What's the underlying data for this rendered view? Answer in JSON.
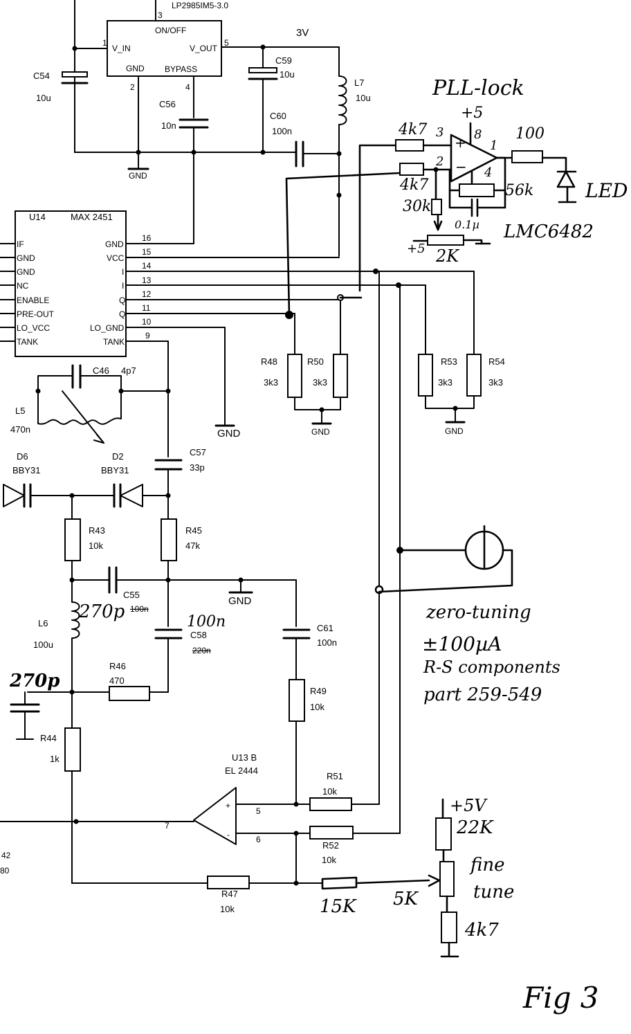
{
  "regulator": {
    "part": "LP2985IM5-3.0",
    "pin_on_off": "ON/OFF",
    "pin_vin": "V_IN",
    "pin_vout": "V_OUT",
    "pin_gnd": "GND",
    "pin_bypass": "BYPASS",
    "n1": "1",
    "n2": "2",
    "n3": "3",
    "n4": "4",
    "n5": "5"
  },
  "rail_3v": "3V",
  "c54": {
    "ref": "C54",
    "val": "10u"
  },
  "c56": {
    "ref": "C56",
    "val": "10n"
  },
  "c59": {
    "ref": "C59",
    "val": "10u"
  },
  "c60": {
    "ref": "C60",
    "val": "100n"
  },
  "l7": {
    "ref": "L7",
    "val": "10u"
  },
  "gnd": "GND",
  "u14": {
    "ref": "U14",
    "part": "MAX 2451",
    "left_pins": [
      "IF",
      "GND",
      "GND",
      "NC",
      "ENABLE",
      "PRE-OUT",
      "LO_VCC",
      "TANK"
    ],
    "right_pins": [
      "GND",
      "VCC",
      "I",
      "I",
      "Q",
      "Q",
      "LO_GND",
      "TANK"
    ],
    "right_nums": [
      "16",
      "15",
      "14",
      "13",
      "12",
      "11",
      "10",
      "9"
    ]
  },
  "pll": {
    "title": "PLL-lock",
    "plus5": "+5",
    "r_in1": "4k7",
    "r_in2": "4k7",
    "pin3": "3",
    "pin2": "2",
    "pin1": "1",
    "pin8": "8",
    "pin4": "4",
    "r_fb": "56k",
    "r_out": "100",
    "led": "LED",
    "r_30k": "30k",
    "c_fb": "0.1µ",
    "opamp": "LMC6482",
    "pot_supply": "+5",
    "pot": "2K"
  },
  "r48": {
    "ref": "R48",
    "val": "3k3"
  },
  "r50": {
    "ref": "R50",
    "val": "3k3"
  },
  "r53": {
    "ref": "R53",
    "val": "3k3"
  },
  "r54": {
    "ref": "R54",
    "val": "3k3"
  },
  "c46": {
    "ref": "C46",
    "val": "4p7"
  },
  "l5": {
    "ref": "L5",
    "val": "470n"
  },
  "c57": {
    "ref": "C57",
    "val": "33p"
  },
  "d6": {
    "ref": "D6",
    "val": "BBY31"
  },
  "d2": {
    "ref": "D2",
    "val": "BBY31"
  },
  "r43": {
    "ref": "R43",
    "val": "10k"
  },
  "r45": {
    "ref": "R45",
    "val": "47k"
  },
  "c55": {
    "ref": "C55",
    "val_hand": "270p",
    "val_struck": "100n"
  },
  "l6": {
    "ref": "L6",
    "val": "100u"
  },
  "c58": {
    "ref": "C58",
    "val_hand": "100n",
    "val_struck": "220n"
  },
  "c61": {
    "ref": "C61",
    "val": "100n"
  },
  "r46": {
    "ref": "R46",
    "val": "470"
  },
  "c_hand": "270p",
  "r49": {
    "ref": "R49",
    "val": "10k"
  },
  "r44": {
    "ref": "R44",
    "val": "1k"
  },
  "u13": {
    "ref": "U13 B",
    "part": "EL 2444",
    "pin5": "5",
    "pin6": "6",
    "pin7": "7"
  },
  "r51": {
    "ref": "R51",
    "val": "10k"
  },
  "r52": {
    "ref": "R52",
    "val": "10k"
  },
  "r47": {
    "ref": "R47",
    "val": "10k"
  },
  "r_hand": "15K",
  "pot_fine": "5K",
  "meter_note": {
    "line1": "zero-tuning",
    "line2": "±100µA",
    "line3": "R-S components",
    "line4": "part 259-549"
  },
  "fine": {
    "supply": "+5V",
    "r_top": "22K",
    "label1": "fine",
    "label2": "tune",
    "r_bot": "4k7"
  },
  "edge_text": {
    "a": "42",
    "b": "80"
  },
  "fig": "Fig 3"
}
